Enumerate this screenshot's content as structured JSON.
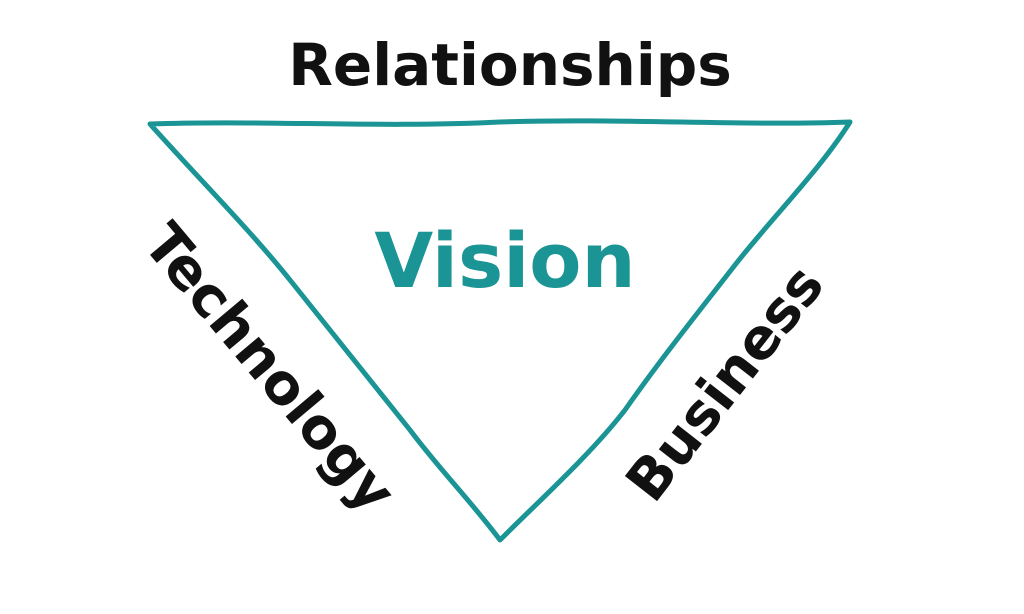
{
  "diagram": {
    "top_label": "Relationships",
    "center_label": "Vision",
    "left_label": "Technology",
    "right_label": "Business"
  },
  "colors": {
    "triangle_stroke": "#1a9494",
    "center_text": "#1a9494",
    "label_text": "#111111",
    "background": "#ffffff"
  }
}
